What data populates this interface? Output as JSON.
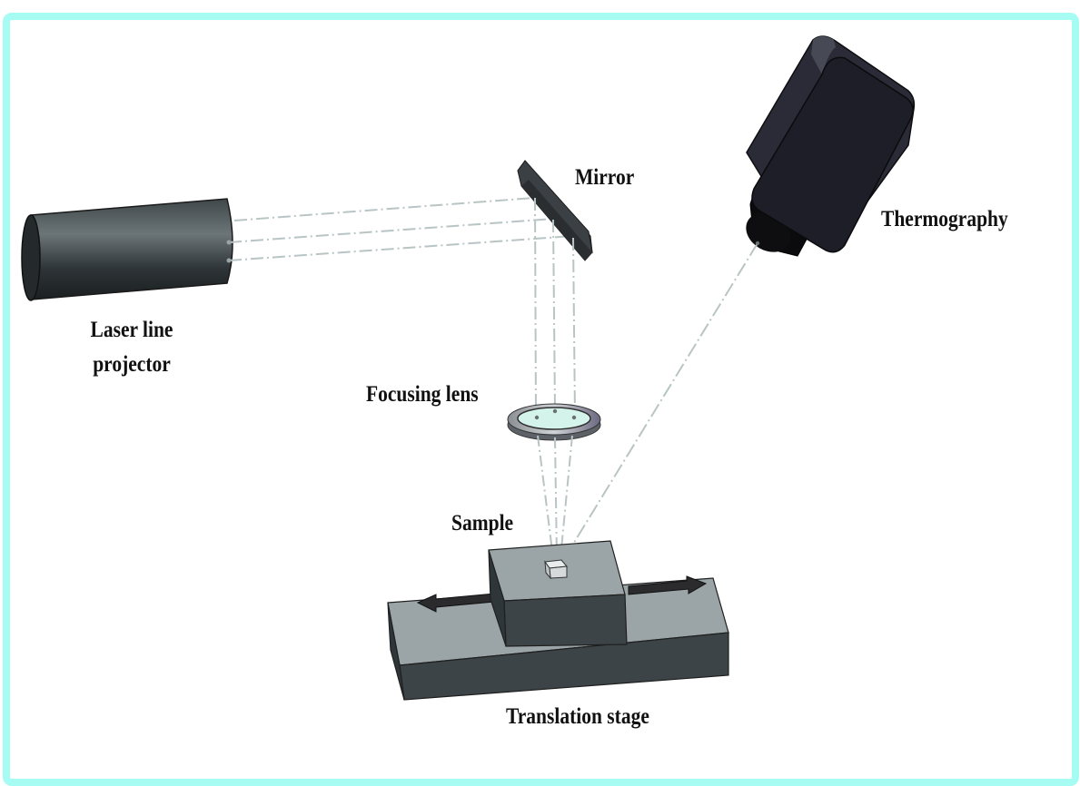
{
  "figure": {
    "type": "experimental setup schematic",
    "border_color": "#a6fbf3",
    "components": [
      {
        "id": "laser",
        "label": "Laser line projector",
        "label_lines": [
          "Laser line",
          "projector"
        ]
      },
      {
        "id": "mirror",
        "label": "Mirror"
      },
      {
        "id": "thermography",
        "label": "Thermography"
      },
      {
        "id": "lens",
        "label": "Focusing lens"
      },
      {
        "id": "sample",
        "label": "Sample"
      },
      {
        "id": "stage",
        "label": "Translation stage"
      }
    ],
    "beams": {
      "laser_to_mirror": 3,
      "mirror_to_lens": 3,
      "lens_to_sample": 3,
      "camera_to_sample": 1,
      "style": "dash-dot",
      "color": "#b9c4c4"
    },
    "colors": {
      "laser_body": "#3d4548",
      "mirror": "#3a3f44",
      "camera_body": "#1e1f27",
      "lens_glass": "#d4f3ea",
      "stage_top": "#9ba5a7",
      "stage_side": "#3c4447",
      "arrow": "#2b2b2e"
    }
  }
}
